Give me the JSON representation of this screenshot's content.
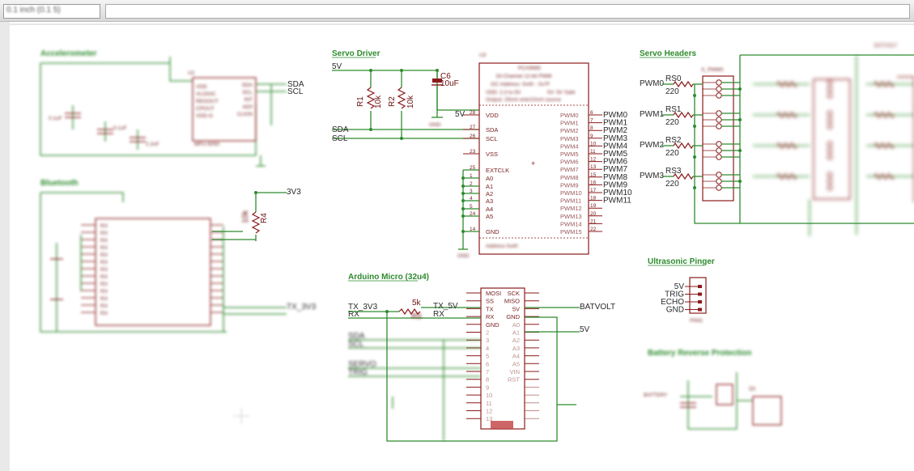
{
  "toolbar": {
    "zoom_combo_value": "0.1 inch (0.1 5)"
  },
  "sections": {
    "servo_driver": "Servo Driver",
    "servo_headers": "Servo Headers",
    "ultrasonic": "Ultrasonic Pinger",
    "arduino": "Arduino Micro (32u4)",
    "accelerometer": "Accelerometer",
    "bluetooth": "Bluetooth",
    "battery": "Battery Reverse Protection"
  },
  "servo_driver": {
    "part_name": "U3",
    "part_value": "PCA9685",
    "notes": [
      "16-Channel 12-bit PWM",
      "I2C Address: 0x40 - 0x7F",
      "VDD: 2.3 to 5V",
      "5V: 5V Safe",
      "Output: 25mA sink/10mA source"
    ],
    "net_5v": "5V",
    "net_sda": "SDA",
    "net_scl": "SCL",
    "r1": "R1",
    "r1_val": "10k",
    "r2": "R2",
    "r2_val": "10k",
    "c6": "C6",
    "c6_val": "10uF",
    "vdd_net": "5V",
    "left_pins": [
      "VDD",
      "SDA",
      "SCL",
      "VSS",
      "EXTCLK",
      "A0",
      "A1",
      "A2",
      "A3",
      "A4",
      "A5",
      "GND"
    ],
    "left_pin_nums": [
      "28",
      "27",
      "26",
      "23",
      "25",
      "1",
      "2",
      "3",
      "4",
      "5",
      "24",
      "14"
    ],
    "right_pins": [
      "PWM0",
      "PWM1",
      "PWM2",
      "PWM3",
      "PWM4",
      "PWM5",
      "PWM6",
      "PWM7",
      "PWM8",
      "PWM9",
      "PWM10",
      "PWM11",
      "PWM12",
      "PWM13",
      "PWM14",
      "PWM15"
    ],
    "right_pin_nums": [
      "6",
      "7",
      "8",
      "9",
      "10",
      "11",
      "12",
      "13",
      "15",
      "16",
      "17",
      "18",
      "19",
      "20",
      "21",
      "22"
    ],
    "out_nets": [
      "PWM0",
      "PWM1",
      "PWM2",
      "PWM3",
      "PWM4",
      "PWM5",
      "PWM6",
      "PWM7",
      "PWM8",
      "PWM9",
      "PWM10",
      "PWM11"
    ],
    "gnd_label": "GND",
    "footer_note": "Address 0x40"
  },
  "servo_headers": {
    "rows": [
      {
        "net": "PWM0",
        "res": "RS0",
        "val": "220"
      },
      {
        "net": "PWM1",
        "res": "RS1",
        "val": "220"
      },
      {
        "net": "PWM2",
        "res": "RS2",
        "val": "220"
      },
      {
        "net": "PWM3",
        "res": "RS3",
        "val": "220"
      }
    ],
    "header_name": "S_PWM0"
  },
  "ultrasonic": {
    "pins": [
      "5V",
      "TRIG",
      "ECHO",
      "GND"
    ],
    "part": "PING"
  },
  "arduino": {
    "left_pins": [
      "MOSI",
      "SS",
      "TX",
      "RX",
      "GND",
      "2",
      "3",
      "4",
      "5",
      "6",
      "7",
      "8",
      "9",
      "10",
      "11",
      "12",
      "13"
    ],
    "right_pins": [
      "SCK",
      "MISO",
      "5V",
      "GND",
      "A0",
      "A1",
      "A2",
      "A3",
      "A4",
      "A5",
      "VIN",
      "RST"
    ],
    "net_tx3v3": "TX_3V3",
    "net_rx": "RX",
    "net_tx5v": "TX_5V",
    "net_rx2": "RX",
    "r_val": "5k",
    "r_name": "R5",
    "net_batvolt": "BATVOLT",
    "net_5v": "5V",
    "net_sda": "SDA",
    "net_scl": "SCL",
    "net_servo": "SERVO",
    "net_trig": "TRIG"
  },
  "bluetooth": {
    "net_3v3": "3V3",
    "r4": "R4",
    "r4_val": "10k",
    "net_tx": "TX_3V3"
  },
  "accel": {
    "part": "U2",
    "part_value": "MPU-6050",
    "pins_left": [
      "VDD",
      "VLOGIC",
      "REGOUT",
      "CPOUT",
      "VDD-G"
    ],
    "pins_right": [
      "SDA",
      "SCL",
      "INT",
      "AD0",
      "CLKIN"
    ],
    "net_sda": "SDA",
    "net_scl": "SCL",
    "cap_vals": [
      "0.1uF",
      "0.1uF",
      "2.2nF"
    ]
  },
  "battery": {
    "net": "BATTERY",
    "part": "Q1"
  }
}
